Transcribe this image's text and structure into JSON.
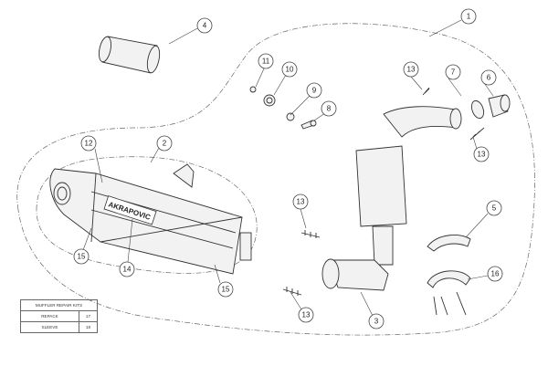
{
  "callouts": [
    {
      "id": "c1",
      "label": "1"
    },
    {
      "id": "c2",
      "label": "2"
    },
    {
      "id": "c3",
      "label": "3"
    },
    {
      "id": "c4",
      "label": "4"
    },
    {
      "id": "c5",
      "label": "5"
    },
    {
      "id": "c6",
      "label": "6"
    },
    {
      "id": "c7",
      "label": "7"
    },
    {
      "id": "c8",
      "label": "8"
    },
    {
      "id": "c9",
      "label": "9"
    },
    {
      "id": "c10",
      "label": "10"
    },
    {
      "id": "c11",
      "label": "11"
    },
    {
      "id": "c12",
      "label": "12"
    },
    {
      "id": "c13a",
      "label": "13"
    },
    {
      "id": "c13b",
      "label": "13"
    },
    {
      "id": "c13c",
      "label": "13"
    },
    {
      "id": "c13d",
      "label": "13"
    },
    {
      "id": "c14",
      "label": "14"
    },
    {
      "id": "c15a",
      "label": "15"
    },
    {
      "id": "c15b",
      "label": "15"
    },
    {
      "id": "c16",
      "label": "16"
    }
  ],
  "logo_text": "AKRAPOVIC",
  "kits_table": {
    "title": "MUFFLER REPAIR KITS",
    "rows": [
      {
        "name": "REPACK",
        "part": "17"
      },
      {
        "name": "SLEEVE",
        "part": "18"
      }
    ]
  }
}
